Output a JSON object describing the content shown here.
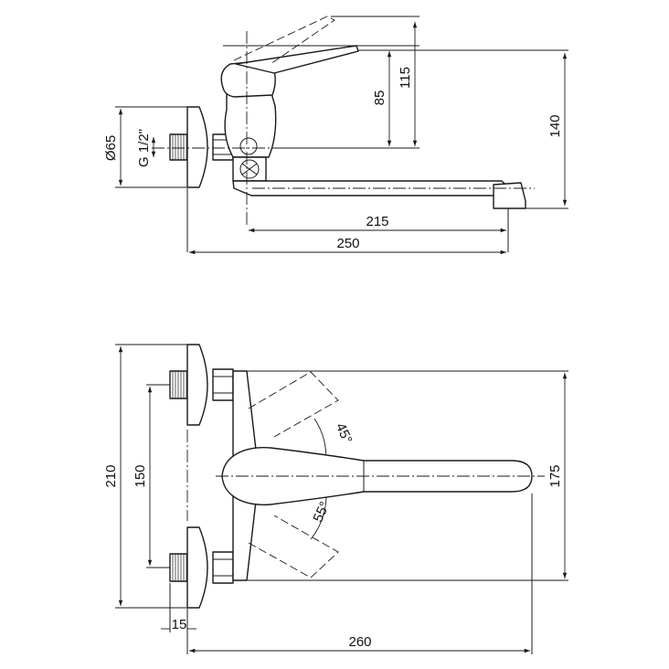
{
  "side_view": {
    "dims": {
      "d115": "115",
      "d85": "85",
      "d140": "140",
      "d215": "215",
      "d250": "250",
      "dia65": "Ø65",
      "thread": "G 1/2\""
    }
  },
  "front_view": {
    "dims": {
      "d210": "210",
      "d150": "150",
      "d175": "175",
      "d260": "260",
      "d15": "15",
      "a45": "45°",
      "a55": "55°"
    }
  }
}
